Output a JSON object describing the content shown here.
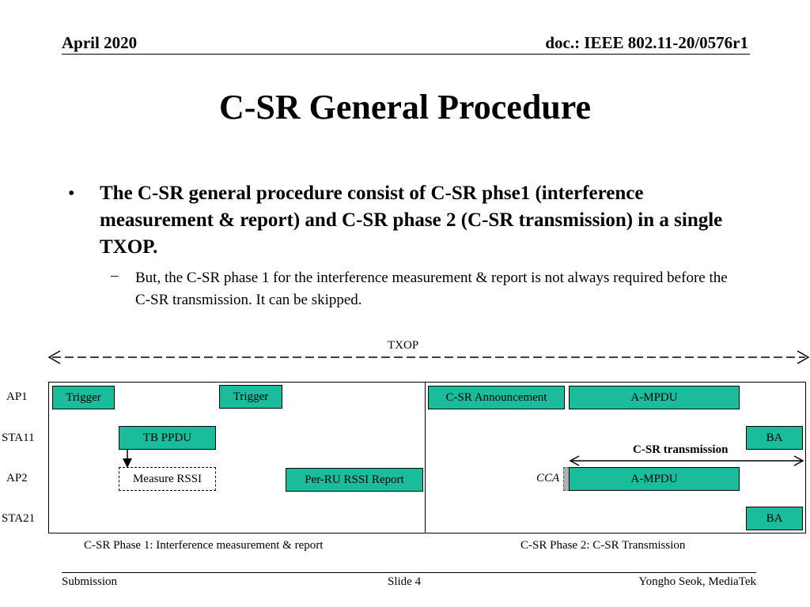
{
  "header": {
    "date": "April 2020",
    "doc": "doc.: IEEE 802.11-20/0576r1"
  },
  "title": "C-SR General Procedure",
  "bullets": {
    "main": "The C-SR general procedure consist of C-SR phse1 (interference measurement & report) and C-SR phase 2 (C-SR transmission) in a single TXOP.",
    "sub_marker": "–",
    "sub": "But, the C-SR phase 1 for the interference measurement & report is not always required before the C-SR transmission. It can be skipped."
  },
  "diagram": {
    "txop_label": "TXOP",
    "rows": [
      "AP1",
      "STA11",
      "AP2",
      "STA21"
    ],
    "phase1": {
      "trigger_1": "Trigger",
      "trigger_2": "Trigger",
      "tb_ppdu": "TB PPDU",
      "measure_rssi": "Measure RSSI",
      "per_ru_rssi_report": "Per-RU RSSI Report",
      "caption": "C-SR Phase 1: Interference measurement & report"
    },
    "phase2": {
      "csr_announcement": "C-SR Announcement",
      "ampdu_ap1": "A-MPDU",
      "ba_sta11": "BA",
      "csr_transmission_label": "C-SR transmission",
      "cca_label": "CCA",
      "ampdu_ap2": "A-MPDU",
      "ba_sta21": "BA",
      "caption": "C-SR Phase 2: C-SR Transmission"
    },
    "colors": {
      "frame_fill": "#1abc9c",
      "cca_fill": "#b0b0b0"
    }
  },
  "footer": {
    "left": "Submission",
    "center": "Slide 4",
    "right": "Yongho Seok, MediaTek"
  }
}
